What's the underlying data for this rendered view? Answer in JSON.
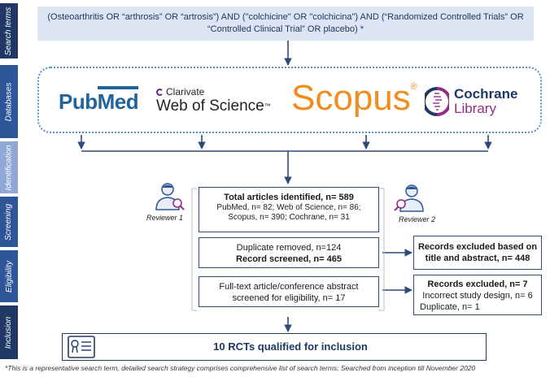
{
  "stages": [
    {
      "label": "Search terms",
      "color": "#1f3864"
    },
    {
      "label": "Databases",
      "color": "#2e5597"
    },
    {
      "label": "Identification",
      "color": "#8fa8d6"
    },
    {
      "label": "Screening",
      "color": "#2e5597"
    },
    {
      "label": "Eligibility",
      "color": "#2e5597"
    },
    {
      "label": "Inclusion",
      "color": "#1f3864"
    }
  ],
  "search_text": "(Osteoarthritis OR “arthrosis” OR “artrosis”) AND (\"colchicine\" OR \"colchicina\") AND (“Randomized Controlled Trials” OR “Controlled Clinical Trial” OR placebo) *",
  "databases": {
    "pubmed": {
      "a": "Pub",
      "b": "Med"
    },
    "wos": {
      "top": "Clarivate",
      "main": "Web of Science",
      "tm": "™"
    },
    "scopus": {
      "text": "Scopus",
      "mark": "®"
    },
    "cochrane": {
      "top": "Cochrane",
      "bottom": "Library"
    }
  },
  "reviewers": {
    "left": "Reviewer 1",
    "right": "Reviewer 2"
  },
  "identified": {
    "title": "Total articles identified, n= 589",
    "line1": "PubMed, n= 82; Web of Science, n= 86;",
    "line2": "Scopus, n= 390; Cochrane, n= 31"
  },
  "screening": {
    "line1": "Duplicate removed, n=124",
    "line2": "Record screened, n= 465"
  },
  "excluded_screen": {
    "line1": "Records excluded based on",
    "line2": "title and abstract, n= 448"
  },
  "fulltext": {
    "line1": "Full-text article/conference abstract",
    "line2": "screened for eligibility, n= 17"
  },
  "excluded_full": {
    "title": "Records excluded, n= 7",
    "line1": "Incorrect study design, n= 6",
    "line2": "Duplicate, n= 1"
  },
  "inclusion": "10 RCTs qualified for inclusion",
  "footnote": "*This is a representative search term, detailed search strategy comprises comprehensive list of search terms; Searched from inception till November 2020",
  "colors": {
    "navy": "#1f3864",
    "arrow": "#2e4a7a",
    "scopus": "#f28c1e",
    "pubmed": "#20649b",
    "cochrane": "#962b85"
  }
}
